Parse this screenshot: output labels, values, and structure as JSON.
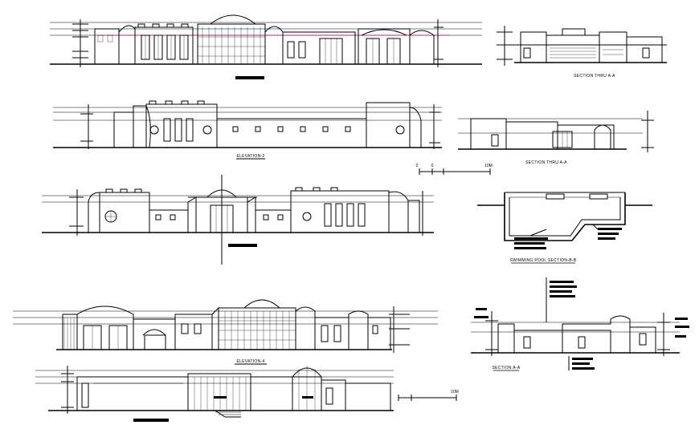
{
  "titles": {
    "elev1": "",
    "elev2": "ELEVATION-2",
    "elev3": "",
    "elev4": "ELEVATION-4",
    "elev5": "",
    "section_right_top": "SECTION THRU A-A",
    "section_right_mid": "SECTION THRU A-A",
    "pool_section": "SWIMMING POOL SECTION-B-B",
    "section_bottom_right": "SECTION A-A"
  },
  "scales": {
    "mid": {
      "zero": "0",
      "two": "2",
      "end": "10M"
    },
    "bottom": {
      "end": "10M"
    }
  },
  "colors": {
    "line": "#000000",
    "accent": "#e0007a",
    "background": "#ffffff"
  }
}
